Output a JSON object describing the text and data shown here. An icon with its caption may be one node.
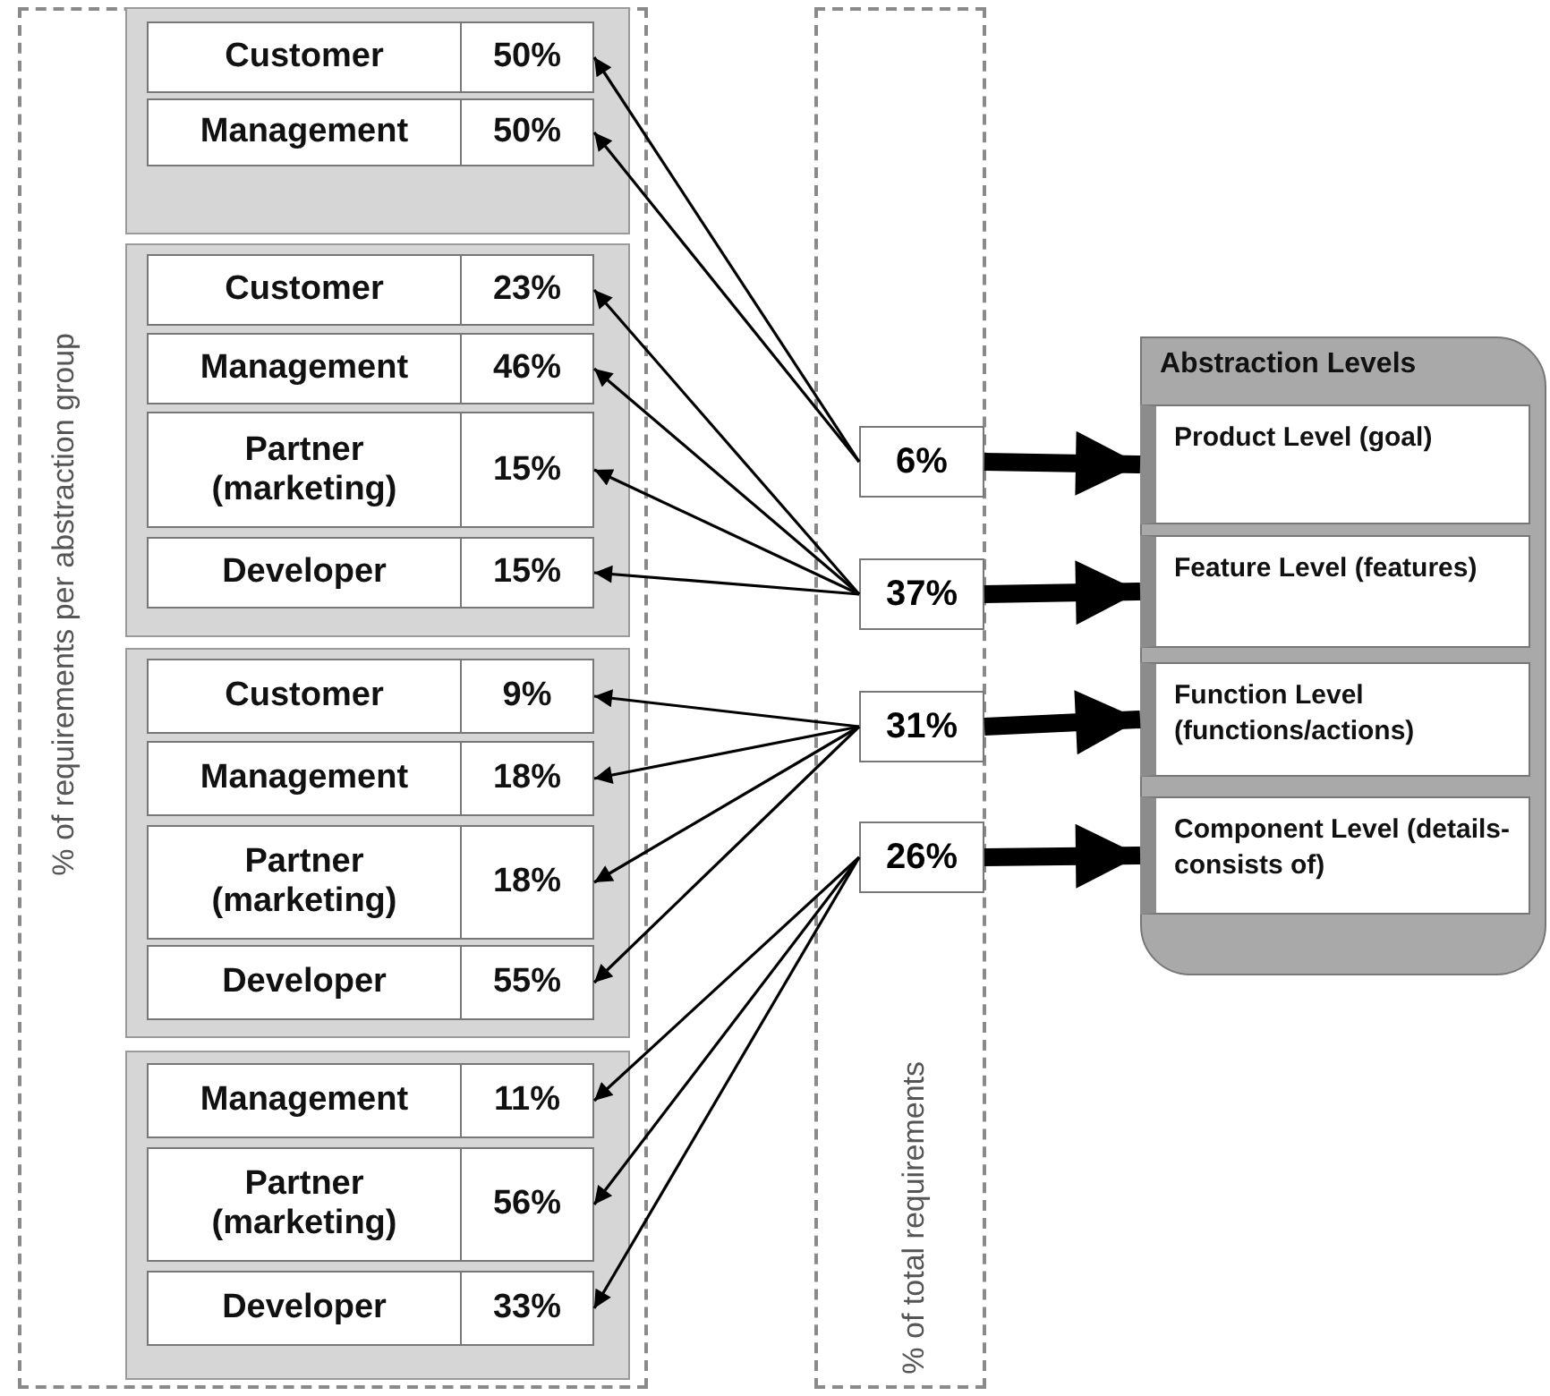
{
  "diagram": {
    "nodes": [
      {
        "text": [
          "% of requirements per abstraction group"
        ]
      },
      {
        "text": [],
        "shape": "box",
        "in": 0
      },
      {
        "text": [
          "Customer",
          "50%"
        ],
        "in": 1
      },
      {
        "text": [
          "Management",
          "50%"
        ],
        "in": 1
      },
      {
        "text": [],
        "shape": "box",
        "in": 0
      },
      {
        "text": [
          "Customer",
          "23%"
        ],
        "in": 4
      },
      {
        "text": [
          "Management",
          "46%"
        ],
        "in": 4
      },
      {
        "text": [
          "Partner (marketing)",
          "15%"
        ],
        "in": 4
      },
      {
        "text": [
          "Developer",
          "15%"
        ],
        "in": 4
      },
      {
        "text": [],
        "shape": "box",
        "in": 0
      },
      {
        "text": [
          "Customer",
          "9%"
        ],
        "in": 9
      },
      {
        "text": [
          "Management",
          "18%"
        ],
        "in": 9
      },
      {
        "text": [
          "Partner (marketing)",
          "18%"
        ],
        "in": 9
      },
      {
        "text": [
          "Developer",
          "55%"
        ],
        "in": 9
      },
      {
        "text": [],
        "shape": "box",
        "in": 0
      },
      {
        "text": [
          "Management",
          "11%"
        ],
        "in": 14
      },
      {
        "text": [
          "Partner (marketing)",
          "56%"
        ],
        "in": 14
      },
      {
        "text": [
          "Developer",
          "33%"
        ],
        "in": 14
      },
      {
        "text": [
          "% of total requirements"
        ]
      },
      {
        "text": [
          "6%"
        ],
        "in": 18
      },
      {
        "text": [
          "37%"
        ],
        "in": 18
      },
      {
        "text": [
          "31%"
        ],
        "in": 18
      },
      {
        "text": [
          "26%"
        ],
        "in": 18
      },
      {
        "text": [
          "Abstraction Levels"
        ]
      },
      {
        "text": [
          "Product Level (goal)"
        ],
        "in": 23
      },
      {
        "text": [
          "Feature Level (features)"
        ],
        "in": 23
      },
      {
        "text": [
          "Function Level (functions/actions)"
        ],
        "in": 23
      },
      {
        "text": [
          "Component Level (details- consists of)"
        ],
        "in": 23
      }
    ],
    "edges": [
      {
        "from": 19,
        "to": 2,
        "arrow": "to"
      },
      {
        "from": 19,
        "to": 3,
        "arrow": "to"
      },
      {
        "from": 20,
        "to": 5,
        "arrow": "to"
      },
      {
        "from": 20,
        "to": 6,
        "arrow": "to"
      },
      {
        "from": 20,
        "to": 7,
        "arrow": "to"
      },
      {
        "from": 20,
        "to": 8,
        "arrow": "to"
      },
      {
        "from": 21,
        "to": 10,
        "arrow": "to"
      },
      {
        "from": 21,
        "to": 11,
        "arrow": "to"
      },
      {
        "from": 21,
        "to": 12,
        "arrow": "to"
      },
      {
        "from": 21,
        "to": 13,
        "arrow": "to"
      },
      {
        "from": 22,
        "to": 15,
        "arrow": "to"
      },
      {
        "from": 22,
        "to": 16,
        "arrow": "to"
      },
      {
        "from": 22,
        "to": 17,
        "arrow": "to"
      },
      {
        "from": 19,
        "to": 24,
        "arrow": "to",
        "style": "thick"
      },
      {
        "from": 20,
        "to": 25,
        "arrow": "to",
        "style": "thick"
      },
      {
        "from": 21,
        "to": 26,
        "arrow": "to",
        "style": "thick"
      },
      {
        "from": 22,
        "to": 27,
        "arrow": "to",
        "style": "thick"
      }
    ]
  }
}
